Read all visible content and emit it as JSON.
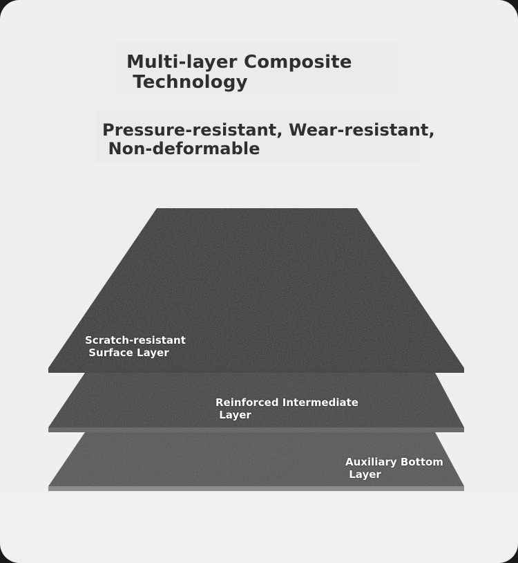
{
  "title": "Multi-layer Composite\n Technology",
  "subtitle": "Pressure-resistant, Wear-resistant,\n Non-deformable",
  "layers": [
    {
      "label": "Scratch-resistant\n Surface Layer",
      "color": "#141414",
      "edge_color": "#4a4a4a"
    },
    {
      "label": "Reinforced Intermediate\n Layer",
      "color": "#2a2a2a",
      "edge_color": "#6a6a6a"
    },
    {
      "label": "Auxiliary Bottom\n Layer",
      "color": "#474747",
      "edge_color": "#8c8c8c"
    }
  ],
  "colors": {
    "background": "#efefef",
    "heading_text": "#2f2f2f",
    "label_text": "#ffffff"
  }
}
